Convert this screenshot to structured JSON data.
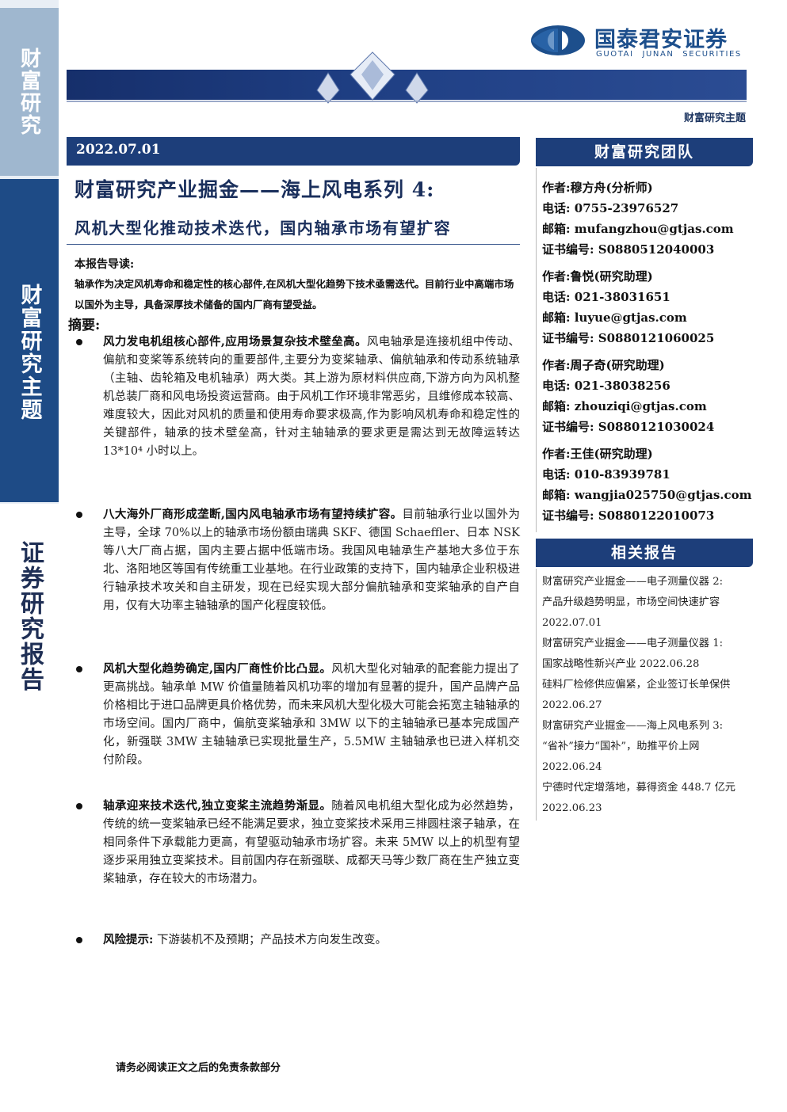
{
  "sidebar": {
    "block1": "财富研究",
    "block2": "财富研究主题",
    "block3": "证券研究报告"
  },
  "header": {
    "logo_cn": "国泰君安证券",
    "logo_en": "GUOTAI JUNAN SECURITIES",
    "topic_tag": "财富研究主题"
  },
  "report": {
    "date": "2022.07.01",
    "title": "财富研究产业掘金——海上风电系列 4:",
    "subtitle": "风机大型化推动技术迭代，国内轴承市场有望扩容",
    "guide_heading": "本报告导读:",
    "guide_text": "轴承作为决定风机寿命和稳定性的核心部件,在风机大型化趋势下技术亟需迭代。目前行业中高端市场以国外为主导，具备深厚技术储备的国内厂商有望受益。",
    "summary_heading": "摘要:",
    "bullets": [
      {
        "bold": "风力发电机组核心部件,应用场景复杂技术壁垒高。",
        "text": "风电轴承是连接机组中传动、偏航和变桨等系统转向的重要部件,主要分为变桨轴承、偏航轴承和传动系统轴承（主轴、齿轮箱及电机轴承）两大类。其上游为原材料供应商,下游方向为风机整机总装厂商和风电场投资运营商。由于风机工作环境非常恶劣，且维修成本较高、难度较大，因此对风机的质量和使用寿命要求极高,作为影响风机寿命和稳定性的关键部件，轴承的技术壁垒高，针对主轴轴承的要求更是需达到无故障运转达 13*10⁴ 小时以上。"
      },
      {
        "bold": "八大海外厂商形成垄断,国内风电轴承市场有望持续扩容。",
        "text": "目前轴承行业以国外为主导，全球 70%以上的轴承市场份额由瑞典 SKF、德国 Schaeffler、日本 NSK 等八大厂商占据，国内主要占据中低端市场。我国风电轴承生产基地大多位于东北、洛阳地区等国有传统重工业基地。在行业政策的支持下，国内轴承企业积极进行轴承技术攻关和自主研发，现在已经实现大部分偏航轴承和变桨轴承的自产自用，仅有大功率主轴轴承的国产化程度较低。"
      },
      {
        "bold": "风机大型化趋势确定,国内厂商性价比凸显。",
        "text": "风机大型化对轴承的配套能力提出了更高挑战。轴承单 MW 价值量随着风机功率的增加有显著的提升，国产品牌产品价格相比于进口品牌更具价格优势，而未来风机大型化极大可能会拓宽主轴轴承的市场空间。国内厂商中，偏航变桨轴承和 3MW 以下的主轴轴承已基本完成国产化，新强联 3MW 主轴轴承已实现批量生产，5.5MW 主轴轴承也已进入样机交付阶段。"
      },
      {
        "bold": "轴承迎来技术迭代,独立变桨主流趋势渐显。",
        "text": "随着风电机组大型化成为必然趋势，传统的统一变桨轴承已经不能满足要求，独立变桨技术采用三排圆柱滚子轴承，在相同条件下承载能力更高，有望驱动轴承市场扩容。未来 5MW 以上的机型有望逐步采用独立变桨技术。目前国内存在新强联、成都天马等少数厂商在生产独立变桨轴承，存在较大的市场潜力。"
      },
      {
        "bold": "风险提示:",
        "text": "下游装机不及预期；产品技术方向发生改变。"
      }
    ],
    "disclaimer": "请务必阅读正文之后的免责条款部分"
  },
  "team": {
    "heading": "财富研究团队",
    "authors": [
      {
        "name": "作者:穆方舟(分析师)",
        "phone": "电话:  0755-23976527",
        "email": "邮箱:  mufangzhou@gtjas.com",
        "cert": "证书编号:  S0880512040003"
      },
      {
        "name": "作者:鲁悦(研究助理)",
        "phone": "电话:  021-38031651",
        "email": "邮箱:  luyue@gtjas.com",
        "cert": "证书编号:  S0880121060025"
      },
      {
        "name": "作者:周子奇(研究助理)",
        "phone": "电话:  021-38038256",
        "email": "邮箱:  zhouziqi@gtjas.com",
        "cert": "证书编号:  S0880121030024"
      },
      {
        "name": "作者:王佳(研究助理)",
        "phone": "电话:  010-83939781",
        "email": "邮箱:  wangjia025750@gtjas.com",
        "cert": "证书编号:  S0880122010073"
      }
    ]
  },
  "related": {
    "heading": "相关报告",
    "lines": [
      "财富研究产业掘金——电子测量仪器 2:",
      "产品升级趋势明显，市场空间快速扩容",
      "2022.07.01",
      "财富研究产业掘金——电子测量仪器 1:",
      "国家战略性新兴产业  2022.06.28",
      "硅料厂检修供应偏紧，企业签订长单保供",
      "2022.06.27",
      "财富研究产业掘金——海上风电系列 3:",
      "“省补”接力“国补”，助推平价上网",
      "2022.06.24",
      "宁德时代定增落地，募得资金 448.7 亿元",
      "2022.06.23"
    ]
  }
}
